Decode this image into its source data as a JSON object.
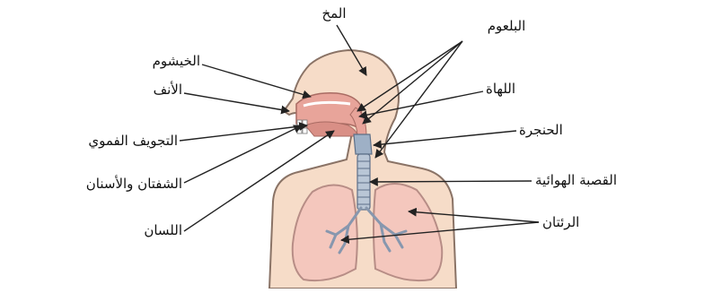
{
  "diagram": {
    "labels": {
      "brain": "المخ",
      "pharynx": "البلعوم",
      "nasal_cavity": "الخيشوم",
      "nose": "الأنف",
      "uvula": "اللهاة",
      "oral_cavity": "التجويف الفموي",
      "larynx": "الحنجرة",
      "lips_teeth": "الشفتان والأسنان",
      "trachea": "القصبة الهوائية",
      "lungs": "الرئتان",
      "tongue": "اللسان"
    },
    "colors": {
      "skin": "#f6dcc8",
      "skin_outline": "#8a7366",
      "lung_fill": "#f4c7bd",
      "lung_outline": "#b78d86",
      "airway": "#9eb0c6",
      "mouth_tissue": "#e8a49a",
      "leader_line": "#222222"
    }
  }
}
